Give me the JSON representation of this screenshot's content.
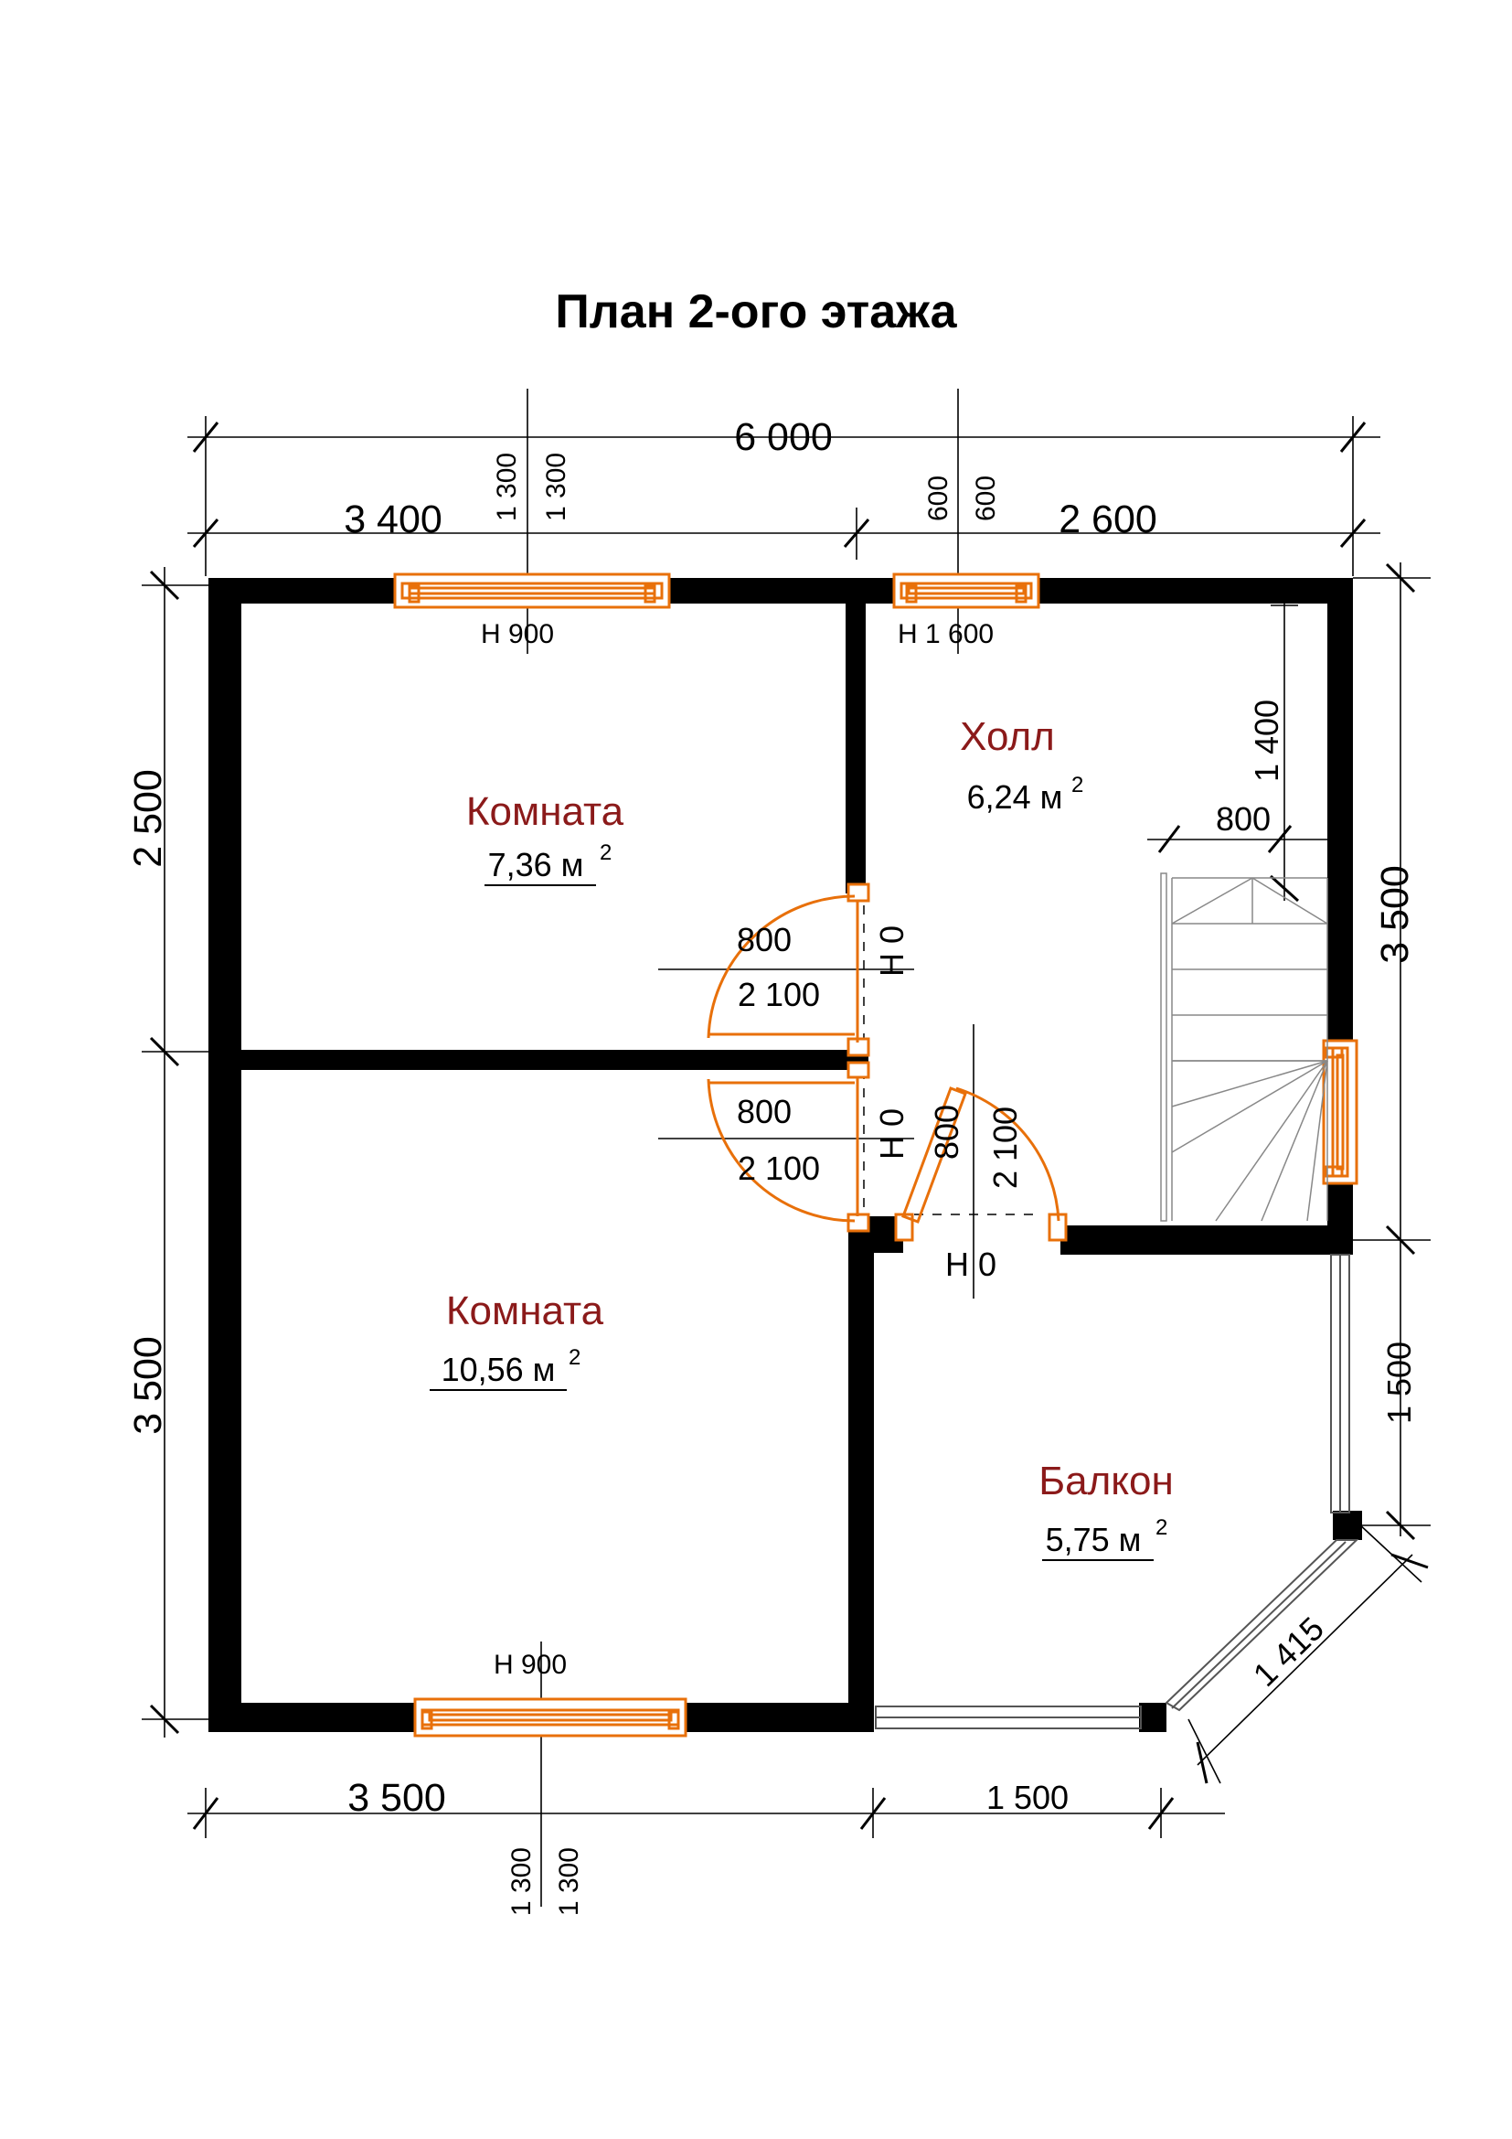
{
  "title": "План 2-ого этажа",
  "dimensions": {
    "overall_width": "6 000",
    "top_left_segment": "3 400",
    "top_right_segment": "2 600",
    "top_window_left_offset_a": "1 300",
    "top_window_left_offset_b": "1 300",
    "top_window_right_offset_a": "600",
    "top_window_right_offset_b": "600",
    "left_upper": "2 500",
    "left_lower": "3 500",
    "right_upper": "3 500",
    "right_lower": "1 500",
    "diagonal": "1 415",
    "bottom_left_segment": "3 500",
    "bottom_right_segment": "1 500",
    "bottom_window_offset_a": "1 300",
    "bottom_window_offset_b": "1 300",
    "stair_width": "800",
    "stair_height": "1 400"
  },
  "windows": {
    "top_left_sill": "Н  900",
    "top_right_sill": "Н  1 600",
    "bottom_sill": "Н  900"
  },
  "doors": {
    "upper_room_door": {
      "width": "800",
      "height": "2 100",
      "sill": "Н  0"
    },
    "lower_room_door": {
      "width": "800",
      "height": "2 100",
      "sill": "Н  0"
    },
    "balcony_door": {
      "width": "800",
      "height": "2 100",
      "sill": "Н  0"
    }
  },
  "rooms": [
    {
      "name": "Комната",
      "area": "7,36 м",
      "sup": "2"
    },
    {
      "name": "Холл",
      "area": "6,24 м",
      "sup": "2"
    },
    {
      "name": "Комната",
      "area": "10,56 м",
      "sup": "2"
    },
    {
      "name": "Балкон",
      "area": "5,75 м",
      "sup": "2"
    }
  ],
  "colors": {
    "wall": "#000000",
    "window": "#e8700a",
    "room_label": "#8b1a1a"
  }
}
